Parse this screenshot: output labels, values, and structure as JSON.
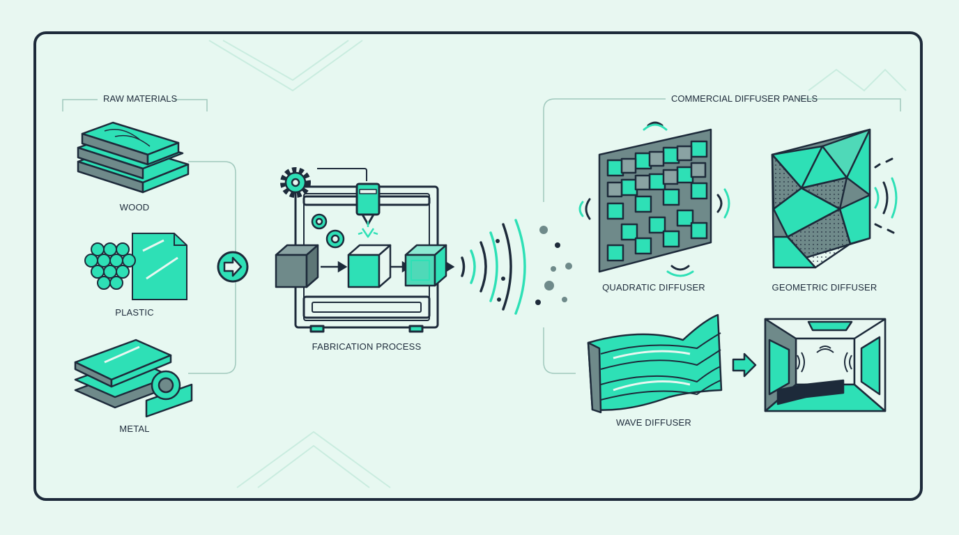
{
  "sections": {
    "raw_materials": "RAW MATERIALS",
    "commercial_panels": "COMMERCIAL DIFFUSER PANELS"
  },
  "materials": {
    "wood": "WOOD",
    "plastic": "PLASTIC",
    "metal": "METAL"
  },
  "process": {
    "label": "FABRICATION PROCESS"
  },
  "panels": {
    "quadratic": "QUADRATIC DIFFUSER",
    "geometric": "GEOMETRIC DIFFUSER",
    "wave": "WAVE DIFFUSER"
  },
  "colors": {
    "accent": "#2ee0b6",
    "dark": "#1d2a3a",
    "gray": "#6f8a8a",
    "background": "#e8f7f1"
  }
}
